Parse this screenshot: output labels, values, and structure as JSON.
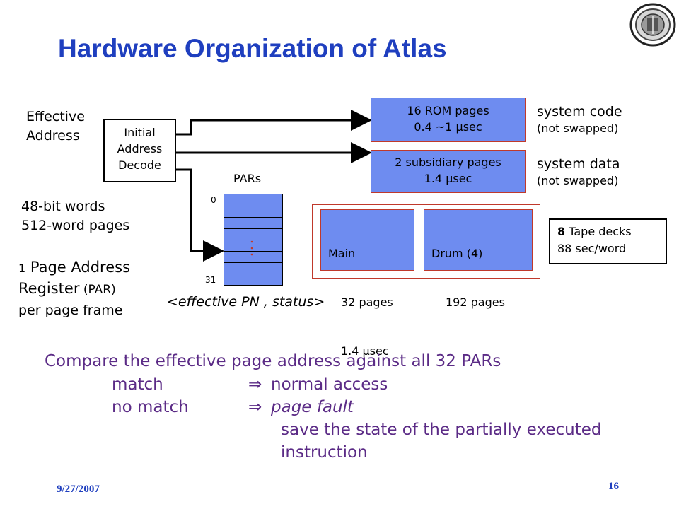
{
  "title": "Hardware Organization of Atlas",
  "effective_address": [
    "Effective",
    "Address"
  ],
  "initial_decode": [
    "Initial",
    "Address",
    "Decode"
  ],
  "rom": {
    "line1": "16 ROM pages",
    "line2": "0.4 ~1 μsec"
  },
  "subsidiary": {
    "line1": "2 subsidiary pages",
    "line2": "1.4 μsec"
  },
  "system_code": {
    "line1": "system code",
    "line2": "(not swapped)"
  },
  "system_data": {
    "line1": "system data",
    "line2": "(not swapped)"
  },
  "pars": {
    "label": "PARs",
    "top_index": "0",
    "bottom_index": "31",
    "entry": "<effective PN , status>",
    "rows": 8
  },
  "word_info": {
    "line1": "48-bit words",
    "line2": "512-word pages"
  },
  "par_info": {
    "line1_num": "1",
    "line1_text": " Page Address",
    "line2_main": "Register",
    "line2_sub": " (PAR)",
    "line3": "per page frame"
  },
  "main_mem": {
    "title": "Main",
    "line2": "32 pages",
    "line3": "1.4 μsec"
  },
  "drum": {
    "title": "Drum (4)",
    "line2": "192 pages"
  },
  "tape": {
    "count": "8",
    "line1_rest": " Tape decks",
    "line2": "88 sec/word"
  },
  "compare": {
    "line1": "Compare the effective page address against all 32 PARs",
    "match_label": "match",
    "match_result": "normal access",
    "nomatch_label": "no match",
    "nomatch_result": "page fault",
    "save_line1": "save the state of the partially executed",
    "save_line2": "instruction",
    "arrow": "⇒"
  },
  "footer": {
    "date": "9/27/2007",
    "page": "16"
  }
}
